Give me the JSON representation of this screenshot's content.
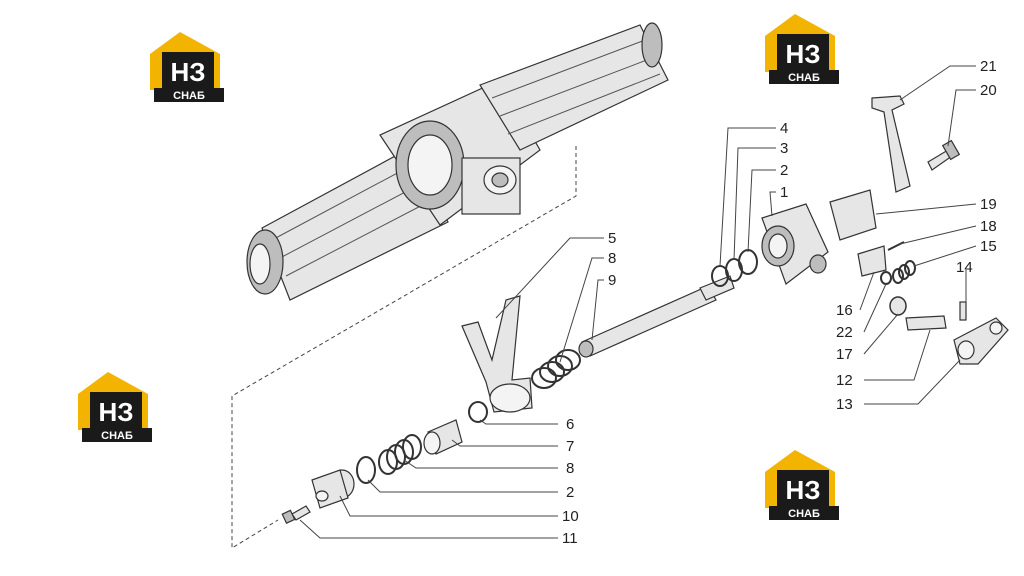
{
  "logo": {
    "big_text": "НЗ",
    "small_text": "СНАБ",
    "colors": {
      "roof": "#f2b400",
      "body": "#1a1a1a",
      "text": "#ffffff"
    }
  },
  "callouts": {
    "c1": "1",
    "c2a": "2",
    "c2b": "2",
    "c3": "3",
    "c4": "4",
    "c5": "5",
    "c6": "6",
    "c7": "7",
    "c8a": "8",
    "c8b": "8",
    "c9": "9",
    "c10": "10",
    "c11": "11",
    "c12": "12",
    "c13": "13",
    "c14": "14",
    "c15": "15",
    "c16": "16",
    "c17": "17",
    "c18": "18",
    "c19": "19",
    "c20": "20",
    "c21": "21",
    "c22": "22"
  }
}
